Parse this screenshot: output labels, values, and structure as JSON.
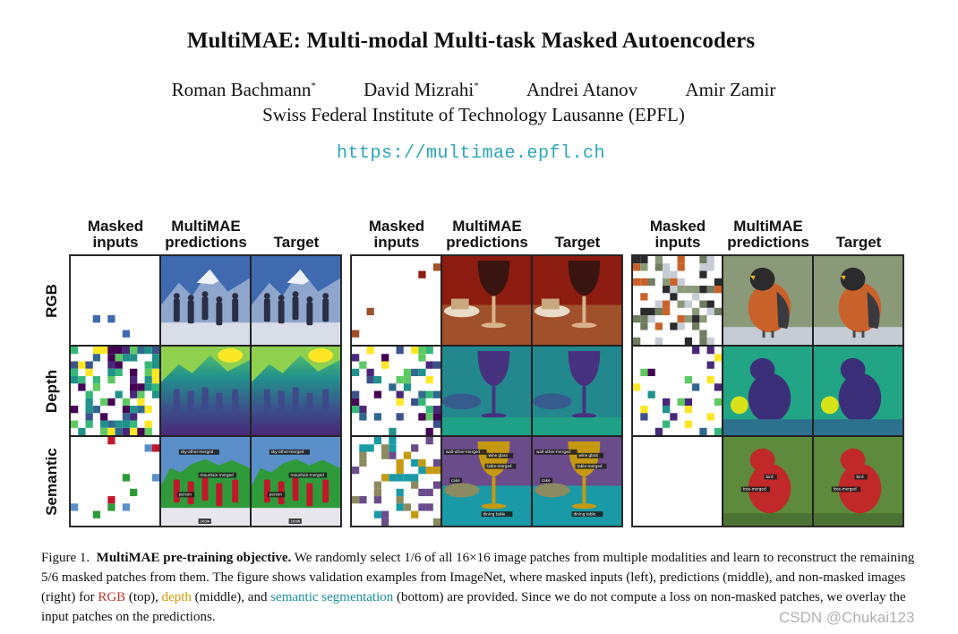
{
  "paper": {
    "title": "MultiMAE: Multi-modal Multi-task Masked Autoencoders",
    "authors": [
      {
        "name": "Roman Bachmann",
        "mark": "*"
      },
      {
        "name": "David Mizrahi",
        "mark": "*"
      },
      {
        "name": "Andrei Atanov",
        "mark": ""
      },
      {
        "name": "Amir Zamir",
        "mark": ""
      }
    ],
    "affiliation": "Swiss Federal Institute of Technology Lausanne (EPFL)",
    "url": "https://multimae.epfl.ch"
  },
  "figure": {
    "column_headers": [
      {
        "line1": "Masked",
        "line2": "inputs"
      },
      {
        "line1": "MultiMAE",
        "line2": "predictions"
      },
      {
        "line1": "",
        "line2": "Target"
      }
    ],
    "row_headers": [
      "RGB",
      "Depth",
      "Semantic"
    ],
    "segment_labels": {
      "ski": [
        "sky-other-merged",
        "mountain-merged",
        "person",
        "snow"
      ],
      "wine": [
        "wall-other-merged",
        "wine glass",
        "table-merged",
        "cake",
        "dining table"
      ],
      "bird": [
        "bird",
        "tree-merged"
      ]
    }
  },
  "caption": {
    "label": "Figure 1.",
    "heading": "MultiMAE pre-training objective.",
    "text_1": " We randomly select 1/6 of all 16×16 image patches from multiple modalities and learn to reconstruct the remaining 5/6 masked patches from them. The figure shows validation examples from ImageNet, where masked inputs (left), predictions (middle), and non-masked images (right) for ",
    "rgb": "RGB",
    "text_2": " (top), ",
    "depth": "depth",
    "text_3": " (middle), and ",
    "semantic": "semantic segmentation",
    "text_4": " (bottom) are provided. Since we do not compute a loss on non-masked patches, we overlay the input patches on the predictions."
  },
  "watermark": "CSDN @Chukai123",
  "colors": {
    "url": "#2aa6b8",
    "rgb_word": "#c0392b",
    "depth_word": "#d69a00",
    "semantic_word": "#178f9a"
  }
}
